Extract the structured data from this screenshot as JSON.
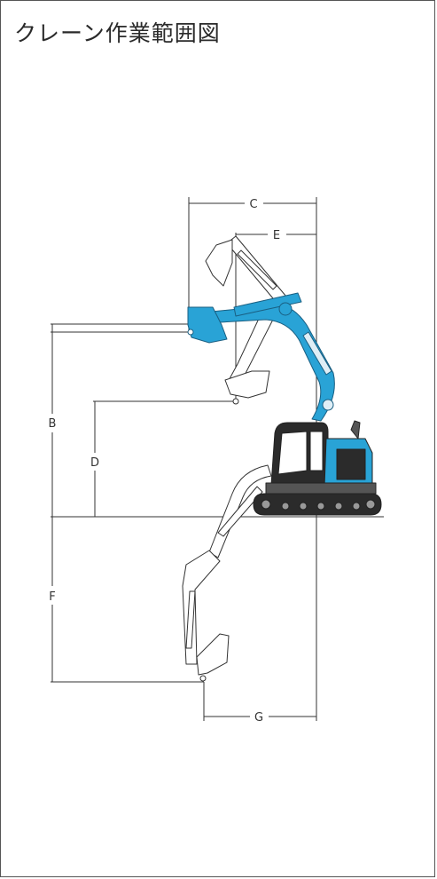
{
  "title": "クレーン作業範囲図",
  "colors": {
    "accent": "#29a3d6",
    "accent_dark": "#1a7fae",
    "line": "#333333",
    "track": "#2b2b2b",
    "ghost_fill": "#ffffff"
  },
  "dimensions": {
    "c": "C",
    "e": "E",
    "b": "B",
    "d": "D",
    "f": "F",
    "g": "G"
  }
}
